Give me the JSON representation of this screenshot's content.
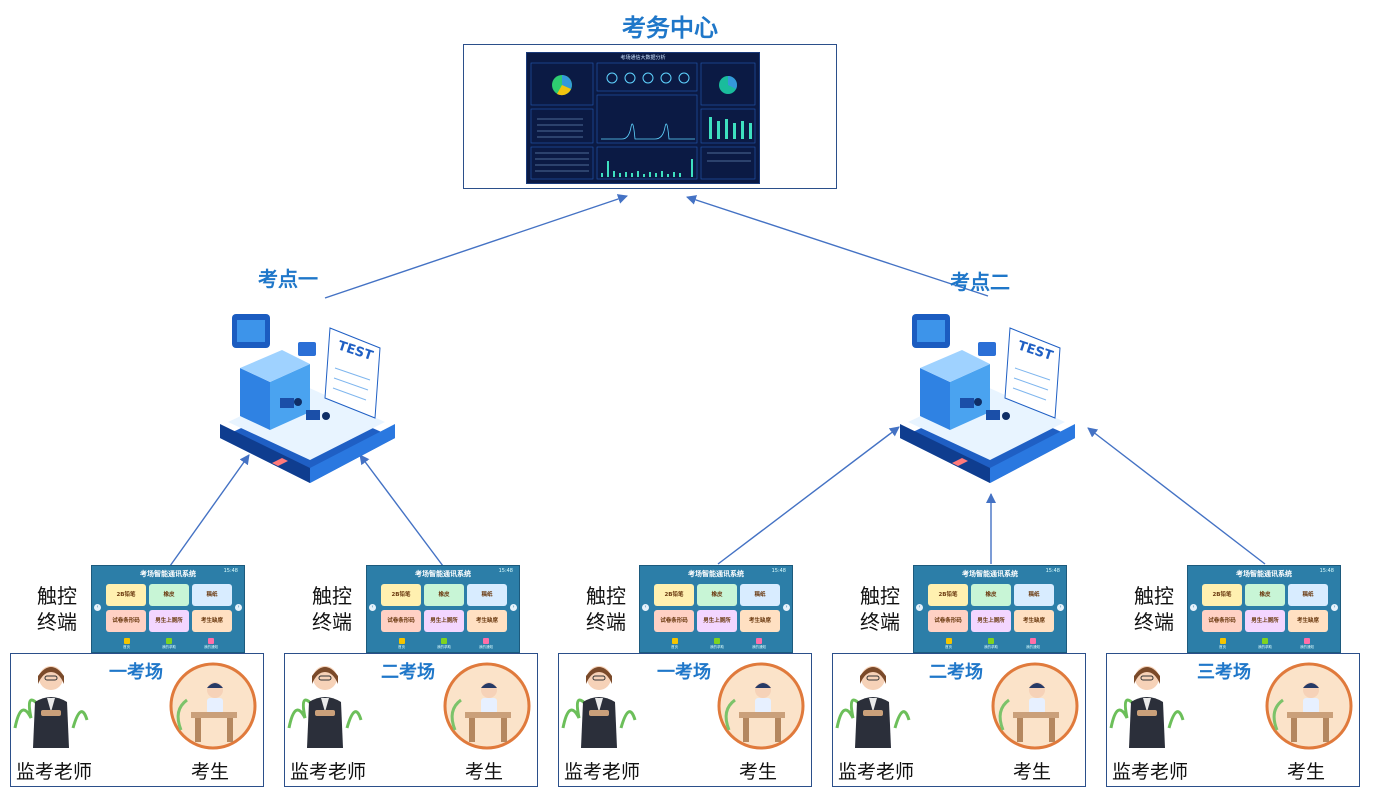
{
  "center": {
    "title": "考务中心",
    "dashboard_title": "考场通信大数据分析"
  },
  "sites": [
    {
      "title": "考点一",
      "badge": "TEST"
    },
    {
      "title": "考点二",
      "badge": "TEST"
    }
  ],
  "terminal": {
    "label_line1": "触控",
    "label_line2": "终端",
    "screen_title": "考场智能通讯系统",
    "screen_time": "15:48",
    "tiles": [
      "2B铅笔",
      "橡皮",
      "稿纸",
      "试卷条形码",
      "男生上厕所",
      "考生缺席"
    ],
    "bottom_labels": [
      "首页",
      "我的求助",
      "我的通知"
    ]
  },
  "rooms": [
    {
      "title": "一考场",
      "teacher_label": "监考老师",
      "student_label": "考生"
    },
    {
      "title": "二考场",
      "teacher_label": "监考老师",
      "student_label": "考生"
    },
    {
      "title": "一考场",
      "teacher_label": "监考老师",
      "student_label": "考生"
    },
    {
      "title": "二考场",
      "teacher_label": "监考老师",
      "student_label": "考生"
    },
    {
      "title": "三考场",
      "teacher_label": "监考老师",
      "student_label": "考生"
    }
  ],
  "colors": {
    "accent": "#1f77c9",
    "line": "#4472c4",
    "box_border": "#2b4f8a",
    "tablet": "#2c7ea8",
    "dashboard_bg": "#0b1a44"
  }
}
